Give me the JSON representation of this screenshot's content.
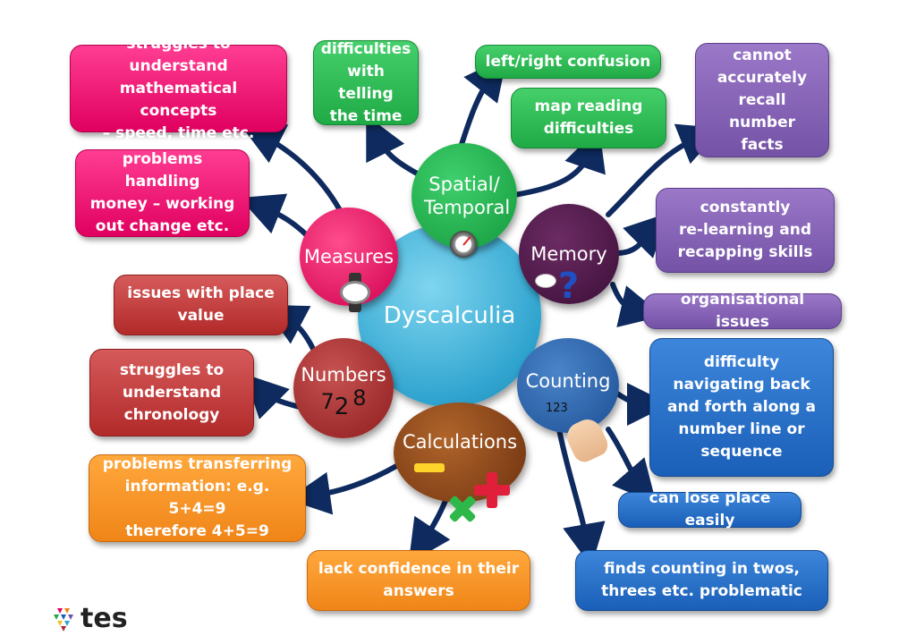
{
  "center": "Dyscalculia",
  "nodes": {
    "spatial": "Spatial/ Temporal",
    "measures": "Measures",
    "memory": "Memory",
    "numbers": "Numbers",
    "counting": "Counting",
    "calculations": "Calculations"
  },
  "node_decor": {
    "numbers_digits": [
      "7",
      "2",
      "8"
    ],
    "counting_digits": "123"
  },
  "boxes": {
    "mathematical_concepts": [
      "struggles to understand",
      "mathematical concepts",
      "– speed, time etc."
    ],
    "telling_time": [
      "difficulties",
      "with telling",
      "the time"
    ],
    "left_right": [
      "left/right confusion"
    ],
    "map_reading": [
      "map reading",
      "difficulties"
    ],
    "recall_facts": [
      "cannot",
      "accurately",
      "recall number",
      "facts"
    ],
    "money": [
      "problems handling",
      "money – working",
      "out change etc."
    ],
    "relearning": [
      "constantly",
      "re-learning and",
      "recapping skills"
    ],
    "organisational": [
      "organisational issues"
    ],
    "place_value": [
      "issues with place",
      "value"
    ],
    "chronology": [
      "struggles to",
      "understand",
      "chronology"
    ],
    "number_line": [
      "difficulty",
      "navigating back",
      "and forth along a",
      "number line or",
      "sequence"
    ],
    "transferring": [
      "problems transferring",
      "information: e.g. 5+4=9",
      "therefore 4+5=9"
    ],
    "lose_place": [
      "can lose place easily"
    ],
    "lack_confidence": [
      "lack confidence in their",
      "answers"
    ],
    "counting_twos": [
      "finds counting in twos,",
      "threes etc. problematic"
    ]
  },
  "logo": "tes",
  "colors": {
    "pink": "#e0005f",
    "green": "#1faa45",
    "purple": "#7452a6",
    "red": "#b22a2a",
    "blue": "#1a5fb8",
    "orange": "#f08518",
    "arrow": "#0e2a5e"
  }
}
